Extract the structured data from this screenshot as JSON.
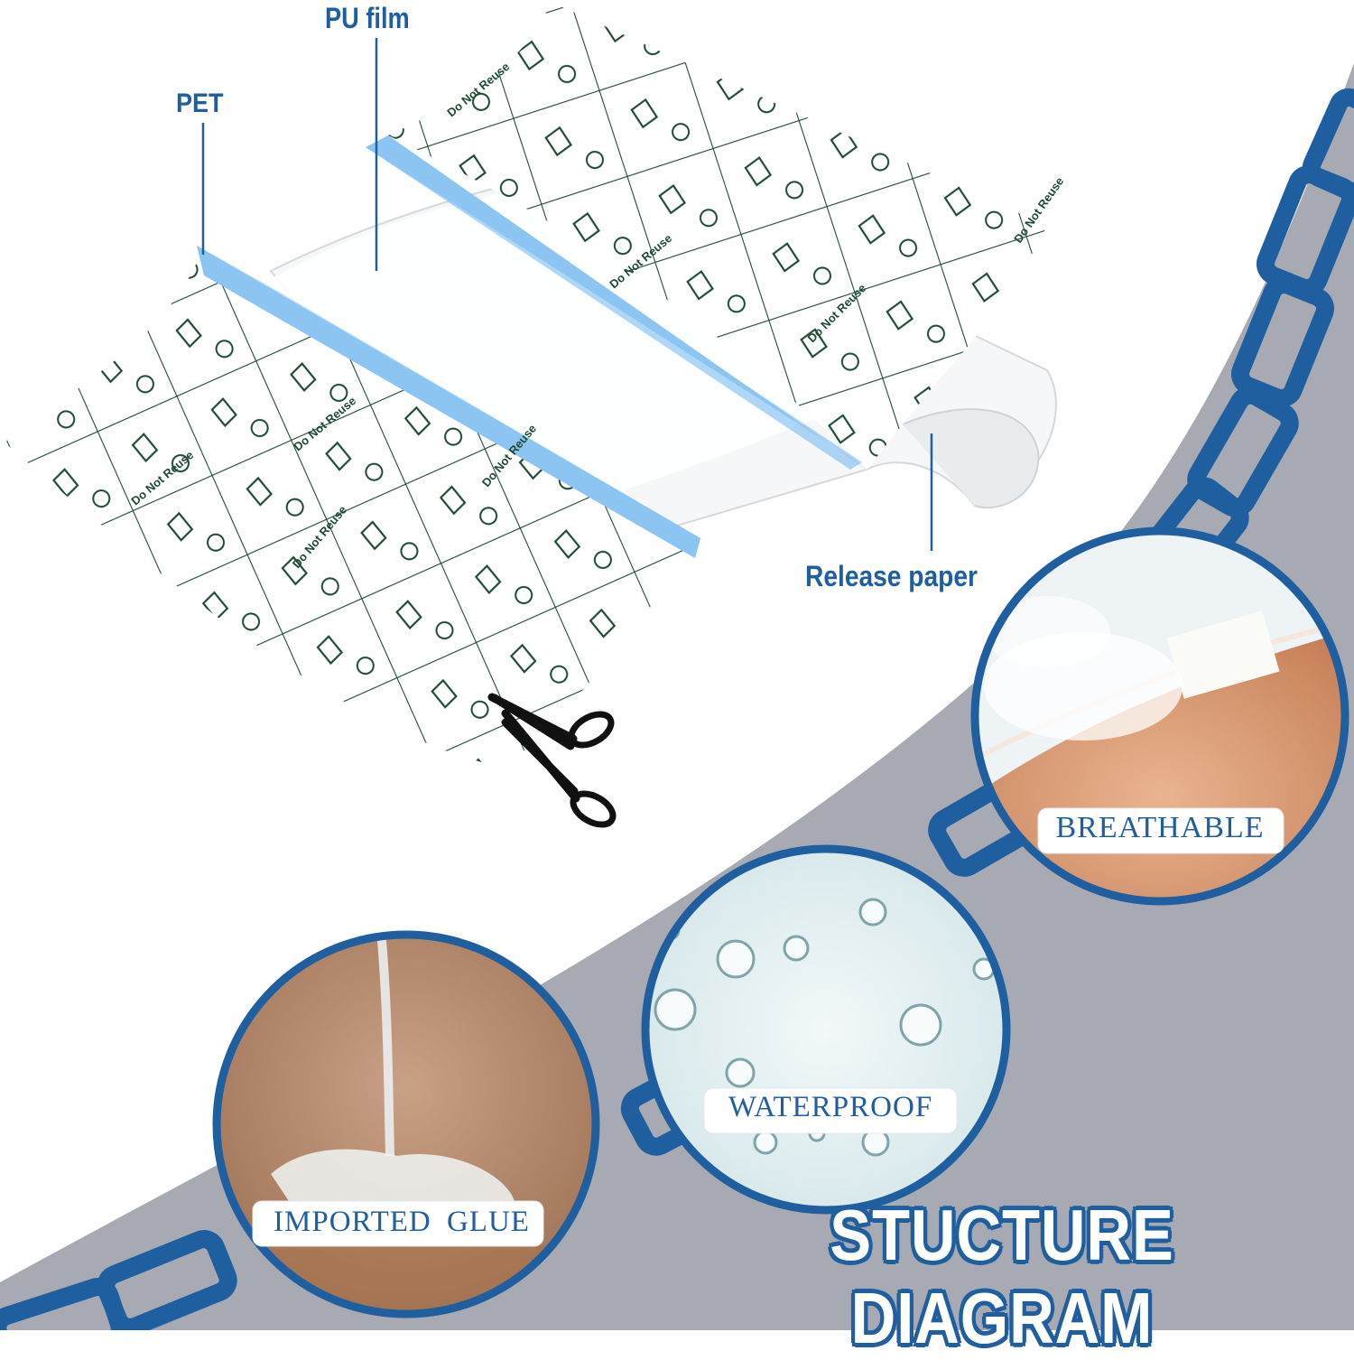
{
  "labels": {
    "pu_film": "PU film",
    "pet": "PET",
    "release_paper": "Release paper",
    "sheet_print": "Do Not Reuse"
  },
  "features": {
    "breathable": "BREATHABLE",
    "waterproof": "WATERPROOF",
    "imported_glue": "IMPORTED  GLUE"
  },
  "title": "STUCTURE DIAGRAM",
  "colors": {
    "brand_blue": "#1f5fa0",
    "liner_blue": "#8cc4f2",
    "grey_band": "#a7aab3",
    "grid_green": "#1e4a35"
  },
  "icons": [
    "scissors-icon",
    "no-reuse-icon"
  ]
}
